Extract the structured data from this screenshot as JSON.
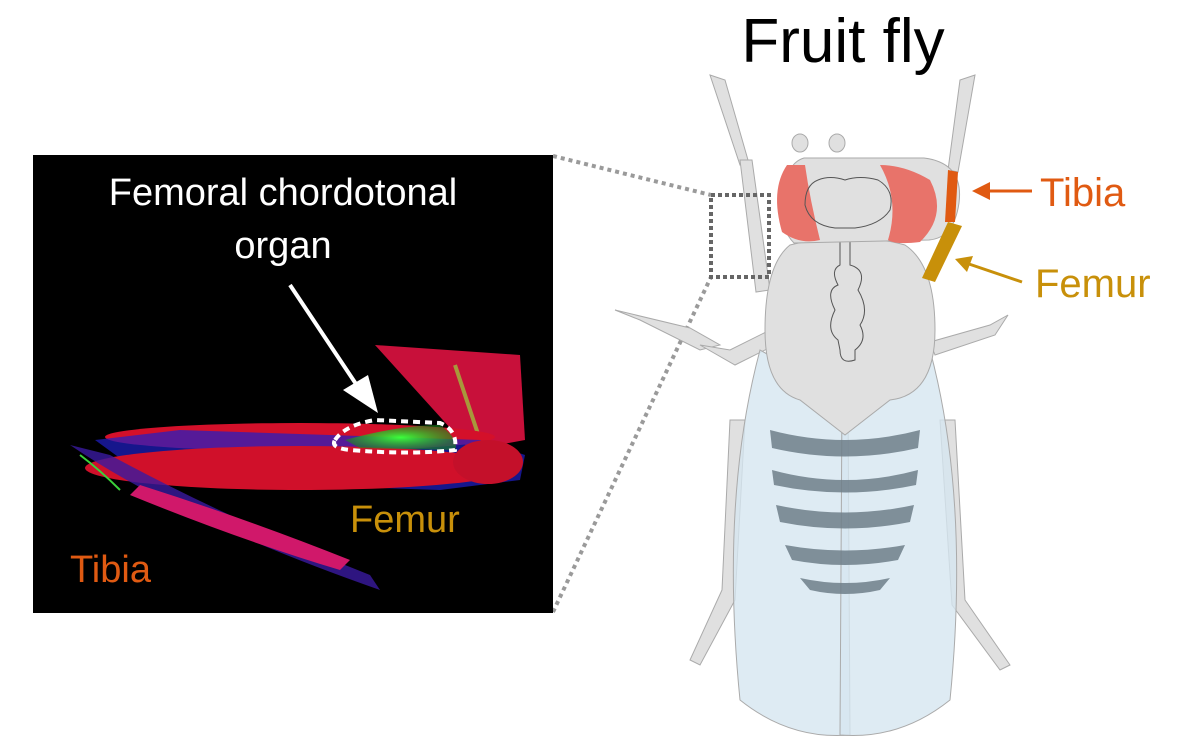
{
  "title": "Fruit fly",
  "micrograph": {
    "caption_line1": "Femoral chordotonal",
    "caption_line2": "organ",
    "femur_label": "Femur",
    "tibia_label": "Tibia"
  },
  "fly_labels": {
    "tibia": "Tibia",
    "femur": "Femur"
  },
  "colors": {
    "tibia": "#e05a12",
    "femur": "#c8900a",
    "eye": "#e8736a",
    "body": "#e0e0e0",
    "wing": "#d6e6f0",
    "stripe": "#6f7f8a"
  }
}
